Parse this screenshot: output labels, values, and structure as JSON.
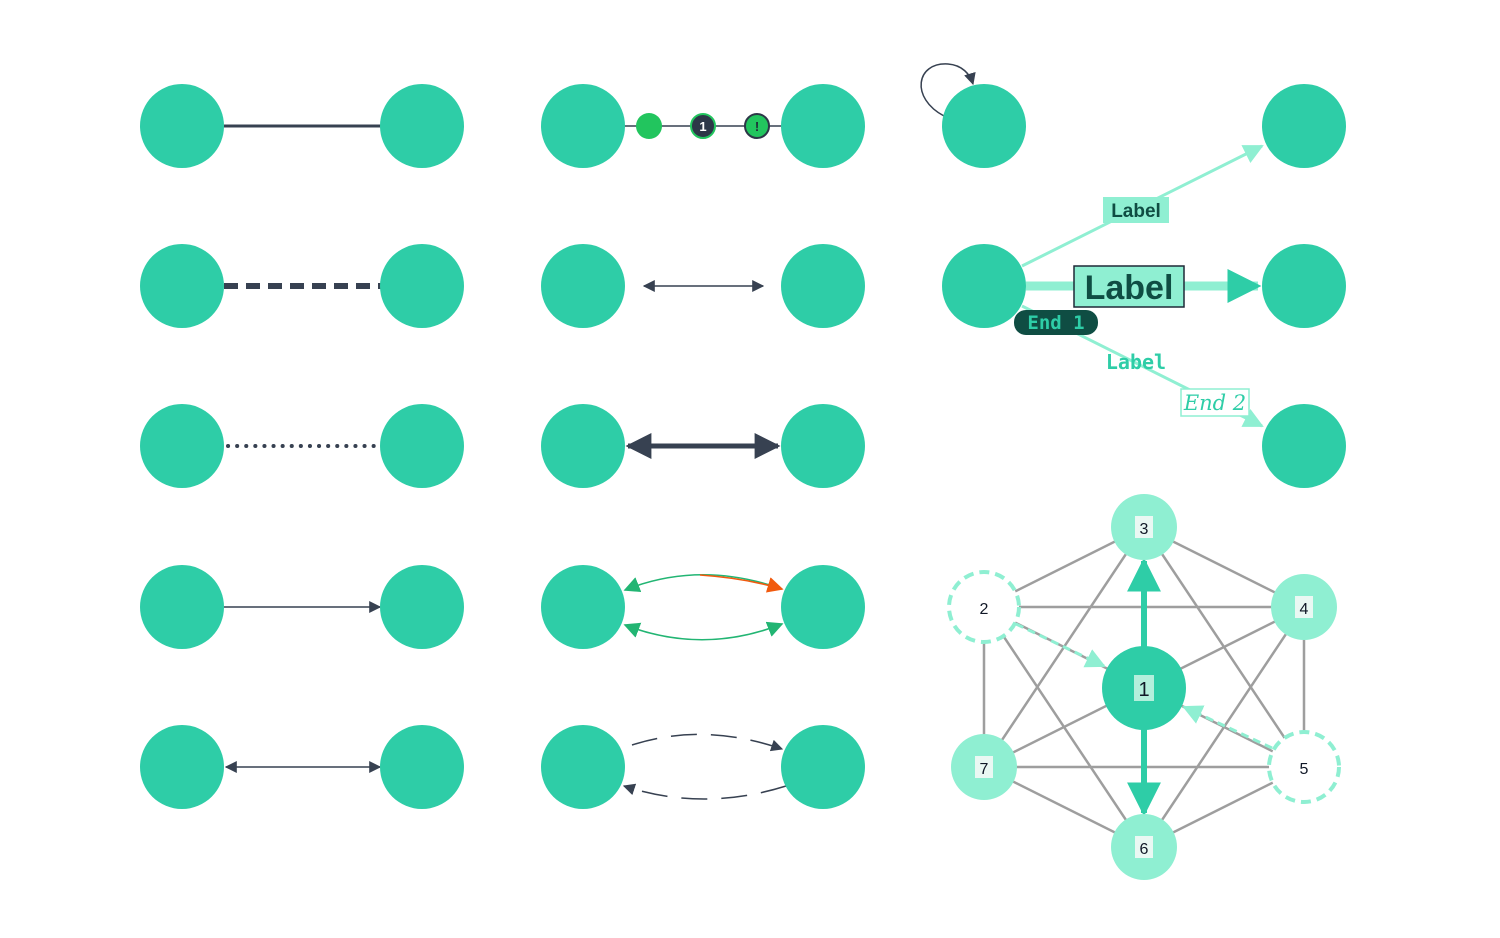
{
  "colors": {
    "node": "#2ecda7",
    "node_light": "#8fefd2",
    "edge_dark": "#374151",
    "edge_gray": "#9e9e9e",
    "marker_green": "#22c55e",
    "accent_orange": "#f15a0e",
    "label_dark_bg": "#0f4d43",
    "label_text": "#0f4d43"
  },
  "edge_labels": {
    "upper": "Label",
    "middle": "Label",
    "lower": "Label",
    "end1": "End 1",
    "end2": "End 2"
  },
  "markers": {
    "numbered": "1",
    "warning": "!"
  },
  "graph": {
    "center": "1",
    "nodes": [
      "2",
      "3",
      "4",
      "5",
      "6",
      "7"
    ]
  }
}
